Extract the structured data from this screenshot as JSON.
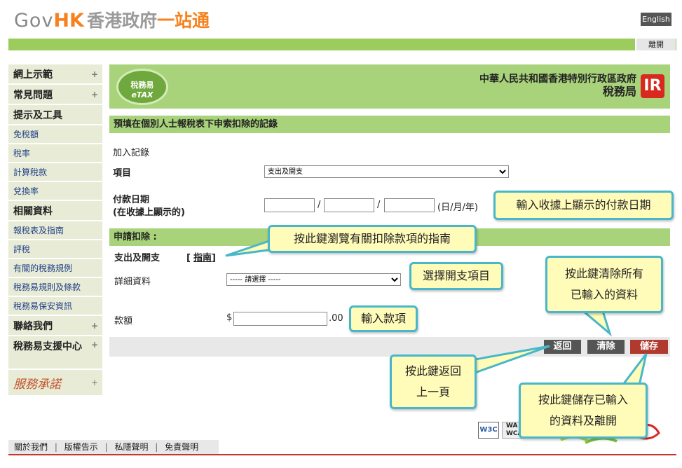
{
  "header": {
    "logo_gov": "Gov",
    "logo_hk": "HK",
    "logo_cn": "香港政府",
    "logo_cn2": "一站通",
    "english_button": "English",
    "leave_button": "離開"
  },
  "sidebar": {
    "items": [
      {
        "label": "網上示範",
        "type": "major",
        "expand": "+"
      },
      {
        "label": "常見問題",
        "type": "major",
        "expand": "+"
      },
      {
        "label": "提示及工具",
        "type": "major",
        "expand": ""
      },
      {
        "label": "免稅額",
        "type": "minor",
        "expand": ""
      },
      {
        "label": "稅率",
        "type": "minor",
        "expand": ""
      },
      {
        "label": "計算稅款",
        "type": "minor",
        "expand": ""
      },
      {
        "label": "兌換率",
        "type": "minor",
        "expand": ""
      },
      {
        "label": "相關資料",
        "type": "major",
        "expand": ""
      },
      {
        "label": "報稅表及指南",
        "type": "minor",
        "expand": ""
      },
      {
        "label": "評稅",
        "type": "minor",
        "expand": ""
      },
      {
        "label": "有關的稅務規例",
        "type": "minor",
        "expand": ""
      },
      {
        "label": "稅務易規則及條款",
        "type": "minor",
        "expand": ""
      },
      {
        "label": "稅務易保安資訊",
        "type": "minor",
        "expand": ""
      },
      {
        "label": "聯絡我們",
        "type": "major",
        "expand": "+"
      },
      {
        "label": "稅務易支援中心",
        "type": "major",
        "expand": "+"
      },
      {
        "label": "服務承諾",
        "type": "brand",
        "expand": "+"
      }
    ]
  },
  "banner": {
    "etax_line1": "稅務易",
    "etax_line2": "eTAX",
    "gov_line1": "中華人民共和國香港特別行政區政府",
    "gov_line2": "稅務局",
    "ird_logo": "IR"
  },
  "page": {
    "title": "預填在個別人士報稅表下申索扣除的記錄",
    "add_record": "加入記錄",
    "item_label": "項目",
    "item_selected": "支出及開支",
    "date_label_1": "付款日期",
    "date_label_2": "(在收據上顯示的)",
    "date_sep": "/",
    "date_format": "(日/月/年)",
    "claim_heading": "申請扣除 :",
    "claim_type": "支出及開支",
    "guide_open": "[",
    "guide_link": "指南",
    "guide_close": "]",
    "detail_label": "詳細資料",
    "detail_placeholder": "----- 請選擇 -----",
    "amount_label": "款額",
    "currency": "$",
    "cents": ".00"
  },
  "buttons": {
    "back": "返回",
    "clear": "清除",
    "save": "儲存"
  },
  "callouts": {
    "date": "輸入收據上顯示的付款日期",
    "guide": "按此鍵瀏覽有關扣除款項的指南",
    "detail": "選擇開支項目",
    "amount": "輸入款項",
    "clear_line1": "按此鍵清除所有",
    "clear_line2": "已輸入的資料",
    "back_line1": "按此鍵返回",
    "back_line2": "上一頁",
    "save_line1": "按此鍵儲存已輸入",
    "save_line2": "的資料及離開"
  },
  "badges": {
    "w3c": "W3C",
    "wcag": "WA WCA"
  },
  "footer": {
    "about": "關於我們",
    "copyright": "版權告示",
    "privacy": "私隱聲明",
    "disclaimer": "免責聲明",
    "separator": "|"
  },
  "colors": {
    "header_green": "#9ccc5e",
    "banner_green": "#a8d37a",
    "sidebar_bg": "#e8ebd6",
    "callout_bg": "#fffbb8",
    "callout_border": "#47b7c9",
    "back_button": "#555555",
    "clear_button": "#555555",
    "save_button": "#b03a2e"
  }
}
